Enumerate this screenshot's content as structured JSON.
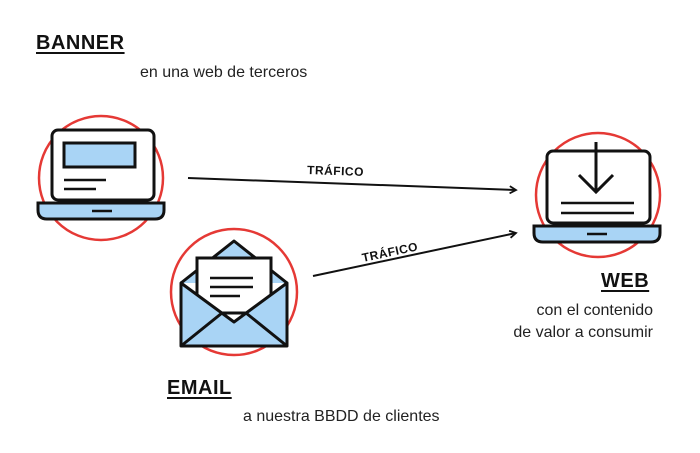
{
  "banner": {
    "title": "BANNER",
    "subtitle": "en una web de terceros"
  },
  "email": {
    "title": "EMAIL",
    "subtitle": "a nuestra BBDD de clientes"
  },
  "web": {
    "title": "WEB",
    "subtitle_line1": "con el contenido",
    "subtitle_line2": "de valor a consumir"
  },
  "arrows": {
    "top_label": "TRÁFICO",
    "bottom_label": "TRÁFICO"
  },
  "colors": {
    "circle": "#e53935",
    "fill": "#a9d4f5",
    "ink": "#111111"
  },
  "icons": {
    "banner": "laptop-banner-icon",
    "email": "open-envelope-icon",
    "web": "laptop-download-icon"
  }
}
